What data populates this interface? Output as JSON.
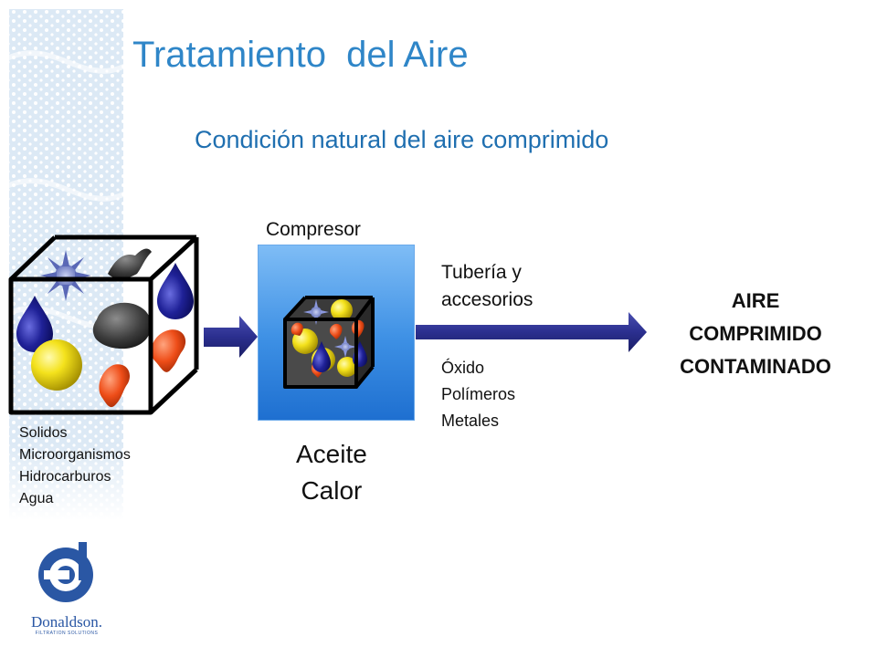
{
  "slide": {
    "title": "Tratamiento  del Aire",
    "subtitle": "Condición natural del aire comprimido"
  },
  "inputs": {
    "items": [
      "Solidos",
      "Microorganismos",
      "Hidrocarburos",
      "Agua"
    ]
  },
  "compressor": {
    "label": "Compresor",
    "additions": [
      "Aceite",
      "Calor"
    ]
  },
  "piping": {
    "label_line1": "Tubería y",
    "label_line2": "accesorios",
    "additions": [
      "Óxido",
      "Polímeros",
      "Metales"
    ]
  },
  "result": {
    "lines": [
      "AIRE",
      "COMPRIMIDO",
      "CONTAMINADO"
    ]
  },
  "logo": {
    "name": "Donaldson.",
    "tagline": "FILTRATION SOLUTIONS"
  },
  "colors": {
    "title": "#2f86c8",
    "arrow": "#2b2f8f",
    "compressor": "#3c8fe4",
    "brand": "#2a57a4"
  }
}
